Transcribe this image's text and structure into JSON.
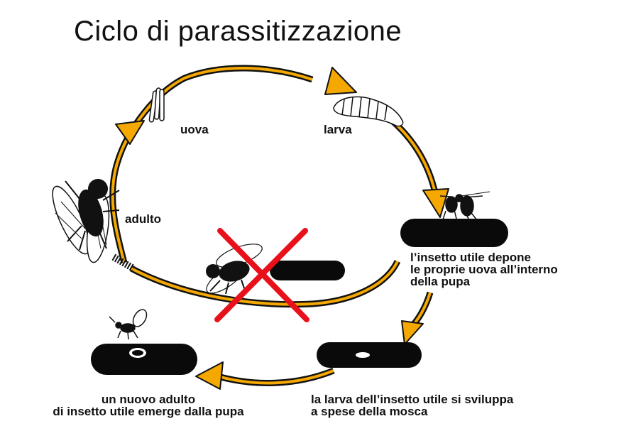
{
  "title": "Ciclo di parassitizzazione",
  "stages": {
    "eggs": "uova",
    "larva": "larva",
    "adult": "adulto"
  },
  "captions": {
    "oviposition": [
      "l’insetto utile depone",
      "le proprie uova all’interno",
      "della pupa"
    ],
    "development": [
      "la larva dell’insetto utile si sviluppa",
      "a spese della mosca"
    ],
    "emergence": [
      "un nuovo adulto",
      "di insetto utile emerge dalla pupa"
    ]
  },
  "colors": {
    "arrow_fill": "#f5a800",
    "outline": "#111111",
    "cross": "#e8101a",
    "pupa": "#0a0a0a"
  },
  "icons": [
    "egg-cluster-icon",
    "larva-icon",
    "fly-adult-icon",
    "parasitoid-wasp-icon",
    "pupa-icon",
    "red-cross-icon"
  ]
}
